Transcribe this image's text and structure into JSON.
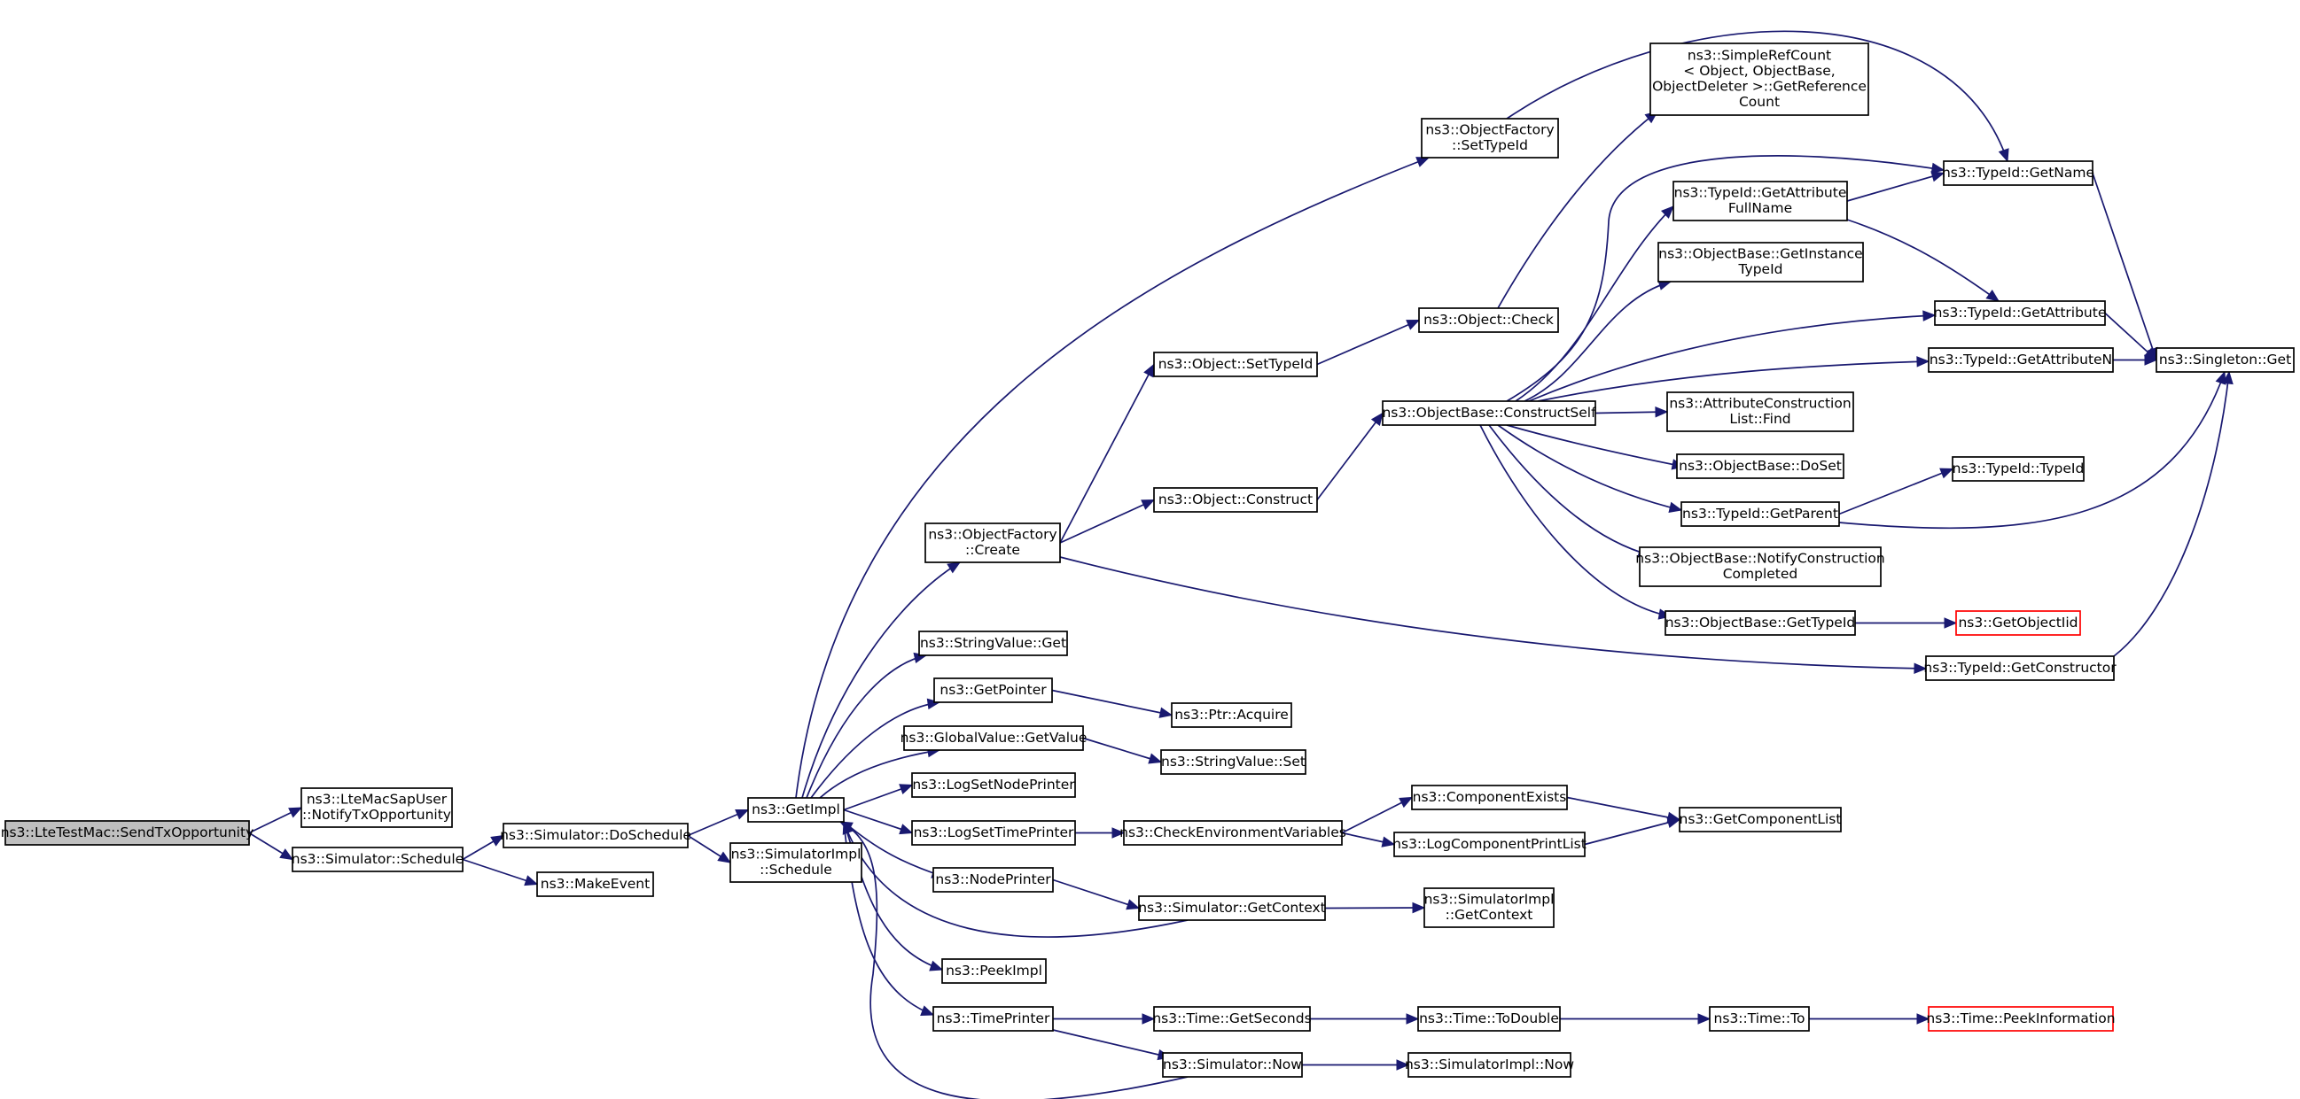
{
  "diagram": {
    "type": "call-graph",
    "nodes": [
      {
        "id": "sendtx",
        "lines": [
          "ns3::LteTestMac::SendTxOpportunity"
        ],
        "style": "root"
      },
      {
        "id": "notifytx",
        "lines": [
          "ns3::LteMacSapUser",
          "::NotifyTxOpportunity"
        ]
      },
      {
        "id": "schedule",
        "lines": [
          "ns3::Simulator::Schedule"
        ]
      },
      {
        "id": "doschedule",
        "lines": [
          "ns3::Simulator::DoSchedule"
        ]
      },
      {
        "id": "makeevent",
        "lines": [
          "ns3::MakeEvent"
        ]
      },
      {
        "id": "getimpl",
        "lines": [
          "ns3::GetImpl"
        ]
      },
      {
        "id": "simimpl_schedule",
        "lines": [
          "ns3::SimulatorImpl",
          "::Schedule"
        ]
      },
      {
        "id": "of_settypeid",
        "lines": [
          "ns3::ObjectFactory",
          "::SetTypeId"
        ]
      },
      {
        "id": "of_create",
        "lines": [
          "ns3::ObjectFactory",
          "::Create"
        ]
      },
      {
        "id": "stringvalue_get",
        "lines": [
          "ns3::StringValue::Get"
        ]
      },
      {
        "id": "getpointer",
        "lines": [
          "ns3::GetPointer"
        ]
      },
      {
        "id": "globalvalue_getvalue",
        "lines": [
          "ns3::GlobalValue::GetValue"
        ]
      },
      {
        "id": "logsetnodeprinter",
        "lines": [
          "ns3::LogSetNodePrinter"
        ]
      },
      {
        "id": "logsettimeprinter",
        "lines": [
          "ns3::LogSetTimePrinter"
        ]
      },
      {
        "id": "nodeprinter",
        "lines": [
          "ns3::NodePrinter"
        ]
      },
      {
        "id": "peekimpl",
        "lines": [
          "ns3::PeekImpl"
        ]
      },
      {
        "id": "timeprinter",
        "lines": [
          "ns3::TimePrinter"
        ]
      },
      {
        "id": "simplerefcount",
        "lines": [
          "ns3::SimpleRefCount",
          "< Object, ObjectBase,",
          "ObjectDeleter >::GetReference",
          "Count"
        ]
      },
      {
        "id": "object_check",
        "lines": [
          "ns3::Object::Check"
        ]
      },
      {
        "id": "object_settypeid",
        "lines": [
          "ns3::Object::SetTypeId"
        ]
      },
      {
        "id": "object_construct",
        "lines": [
          "ns3::Object::Construct"
        ]
      },
      {
        "id": "ptr_acquire",
        "lines": [
          "ns3::Ptr::Acquire"
        ]
      },
      {
        "id": "stringvalue_set",
        "lines": [
          "ns3::StringValue::Set"
        ]
      },
      {
        "id": "checkenv",
        "lines": [
          "ns3::CheckEnvironmentVariables"
        ]
      },
      {
        "id": "sim_getcontext",
        "lines": [
          "ns3::Simulator::GetContext"
        ]
      },
      {
        "id": "time_getseconds",
        "lines": [
          "ns3::Time::GetSeconds"
        ]
      },
      {
        "id": "sim_now",
        "lines": [
          "ns3::Simulator::Now"
        ]
      },
      {
        "id": "ob_constructself",
        "lines": [
          "ns3::ObjectBase::ConstructSelf"
        ]
      },
      {
        "id": "componentexists",
        "lines": [
          "ns3::ComponentExists"
        ]
      },
      {
        "id": "logcomponentprintlist",
        "lines": [
          "ns3::LogComponentPrintList"
        ]
      },
      {
        "id": "simimpl_getcontext",
        "lines": [
          "ns3::SimulatorImpl",
          "::GetContext"
        ]
      },
      {
        "id": "time_todouble",
        "lines": [
          "ns3::Time::ToDouble"
        ]
      },
      {
        "id": "simimpl_now",
        "lines": [
          "ns3::SimulatorImpl::Now"
        ]
      },
      {
        "id": "typeid_getattributefullname",
        "lines": [
          "ns3::TypeId::GetAttribute",
          "FullName"
        ]
      },
      {
        "id": "ob_getinstancetypeid",
        "lines": [
          "ns3::ObjectBase::GetInstance",
          "TypeId"
        ]
      },
      {
        "id": "attrconstruction_find",
        "lines": [
          "ns3::AttributeConstruction",
          "List::Find"
        ]
      },
      {
        "id": "ob_doset",
        "lines": [
          "ns3::ObjectBase::DoSet"
        ]
      },
      {
        "id": "typeid_getparent",
        "lines": [
          "ns3::TypeId::GetParent"
        ]
      },
      {
        "id": "ob_notifyconstruction",
        "lines": [
          "ns3::ObjectBase::NotifyConstruction",
          "Completed"
        ]
      },
      {
        "id": "ob_gettypeid",
        "lines": [
          "ns3::ObjectBase::GetTypeId"
        ]
      },
      {
        "id": "getcomponentlist",
        "lines": [
          "ns3::GetComponentList"
        ]
      },
      {
        "id": "time_to",
        "lines": [
          "ns3::Time::To"
        ]
      },
      {
        "id": "typeid_getname",
        "lines": [
          "ns3::TypeId::GetName"
        ]
      },
      {
        "id": "typeid_getattribute",
        "lines": [
          "ns3::TypeId::GetAttribute"
        ]
      },
      {
        "id": "typeid_getattributen",
        "lines": [
          "ns3::TypeId::GetAttributeN"
        ]
      },
      {
        "id": "typeid_typeid",
        "lines": [
          "ns3::TypeId::TypeId"
        ]
      },
      {
        "id": "getobjectiid",
        "lines": [
          "ns3::GetObjectIid"
        ],
        "style": "red"
      },
      {
        "id": "typeid_getconstructor",
        "lines": [
          "ns3::TypeId::GetConstructor"
        ]
      },
      {
        "id": "time_peekinformation",
        "lines": [
          "ns3::Time::PeekInformation"
        ],
        "style": "red"
      },
      {
        "id": "singleton_get",
        "lines": [
          "ns3::Singleton::Get"
        ]
      }
    ],
    "edges": [
      [
        "sendtx",
        "notifytx"
      ],
      [
        "sendtx",
        "schedule"
      ],
      [
        "schedule",
        "doschedule"
      ],
      [
        "schedule",
        "makeevent"
      ],
      [
        "doschedule",
        "getimpl"
      ],
      [
        "doschedule",
        "simimpl_schedule"
      ],
      [
        "getimpl",
        "of_settypeid"
      ],
      [
        "getimpl",
        "of_create"
      ],
      [
        "getimpl",
        "stringvalue_get"
      ],
      [
        "getimpl",
        "getpointer"
      ],
      [
        "getimpl",
        "globalvalue_getvalue"
      ],
      [
        "getimpl",
        "logsetnodeprinter"
      ],
      [
        "getimpl",
        "logsettimeprinter"
      ],
      [
        "getimpl",
        "nodeprinter"
      ],
      [
        "getimpl",
        "peekimpl"
      ],
      [
        "getimpl",
        "timeprinter"
      ],
      [
        "of_settypeid",
        "typeid_getname"
      ],
      [
        "of_create",
        "object_settypeid"
      ],
      [
        "of_create",
        "object_construct"
      ],
      [
        "of_create",
        "typeid_getconstructor"
      ],
      [
        "object_settypeid",
        "object_check"
      ],
      [
        "object_check",
        "simplerefcount"
      ],
      [
        "object_construct",
        "ob_constructself"
      ],
      [
        "ob_constructself",
        "typeid_getname"
      ],
      [
        "ob_constructself",
        "typeid_getattributefullname"
      ],
      [
        "ob_constructself",
        "ob_getinstancetypeid"
      ],
      [
        "ob_constructself",
        "typeid_getattribute"
      ],
      [
        "ob_constructself",
        "typeid_getattributen"
      ],
      [
        "ob_constructself",
        "attrconstruction_find"
      ],
      [
        "ob_constructself",
        "ob_doset"
      ],
      [
        "ob_constructself",
        "typeid_getparent"
      ],
      [
        "ob_constructself",
        "ob_notifyconstruction"
      ],
      [
        "ob_constructself",
        "ob_gettypeid"
      ],
      [
        "typeid_getattributefullname",
        "typeid_getname"
      ],
      [
        "typeid_getattributefullname",
        "typeid_getattribute"
      ],
      [
        "typeid_getname",
        "singleton_get"
      ],
      [
        "typeid_getattribute",
        "singleton_get"
      ],
      [
        "typeid_getattributen",
        "singleton_get"
      ],
      [
        "typeid_getparent",
        "typeid_typeid"
      ],
      [
        "typeid_getparent",
        "singleton_get"
      ],
      [
        "ob_gettypeid",
        "getobjectiid"
      ],
      [
        "typeid_getconstructor",
        "singleton_get"
      ],
      [
        "getpointer",
        "ptr_acquire"
      ],
      [
        "globalvalue_getvalue",
        "stringvalue_set"
      ],
      [
        "logsettimeprinter",
        "checkenv"
      ],
      [
        "checkenv",
        "componentexists"
      ],
      [
        "checkenv",
        "logcomponentprintlist"
      ],
      [
        "componentexists",
        "getcomponentlist"
      ],
      [
        "logcomponentprintlist",
        "getcomponentlist"
      ],
      [
        "nodeprinter",
        "sim_getcontext"
      ],
      [
        "sim_getcontext",
        "getimpl"
      ],
      [
        "sim_getcontext",
        "simimpl_getcontext"
      ],
      [
        "timeprinter",
        "time_getseconds"
      ],
      [
        "timeprinter",
        "sim_now"
      ],
      [
        "time_getseconds",
        "time_todouble"
      ],
      [
        "time_todouble",
        "time_to"
      ],
      [
        "time_to",
        "time_peekinformation"
      ],
      [
        "sim_now",
        "getimpl"
      ],
      [
        "sim_now",
        "simimpl_now"
      ]
    ]
  }
}
